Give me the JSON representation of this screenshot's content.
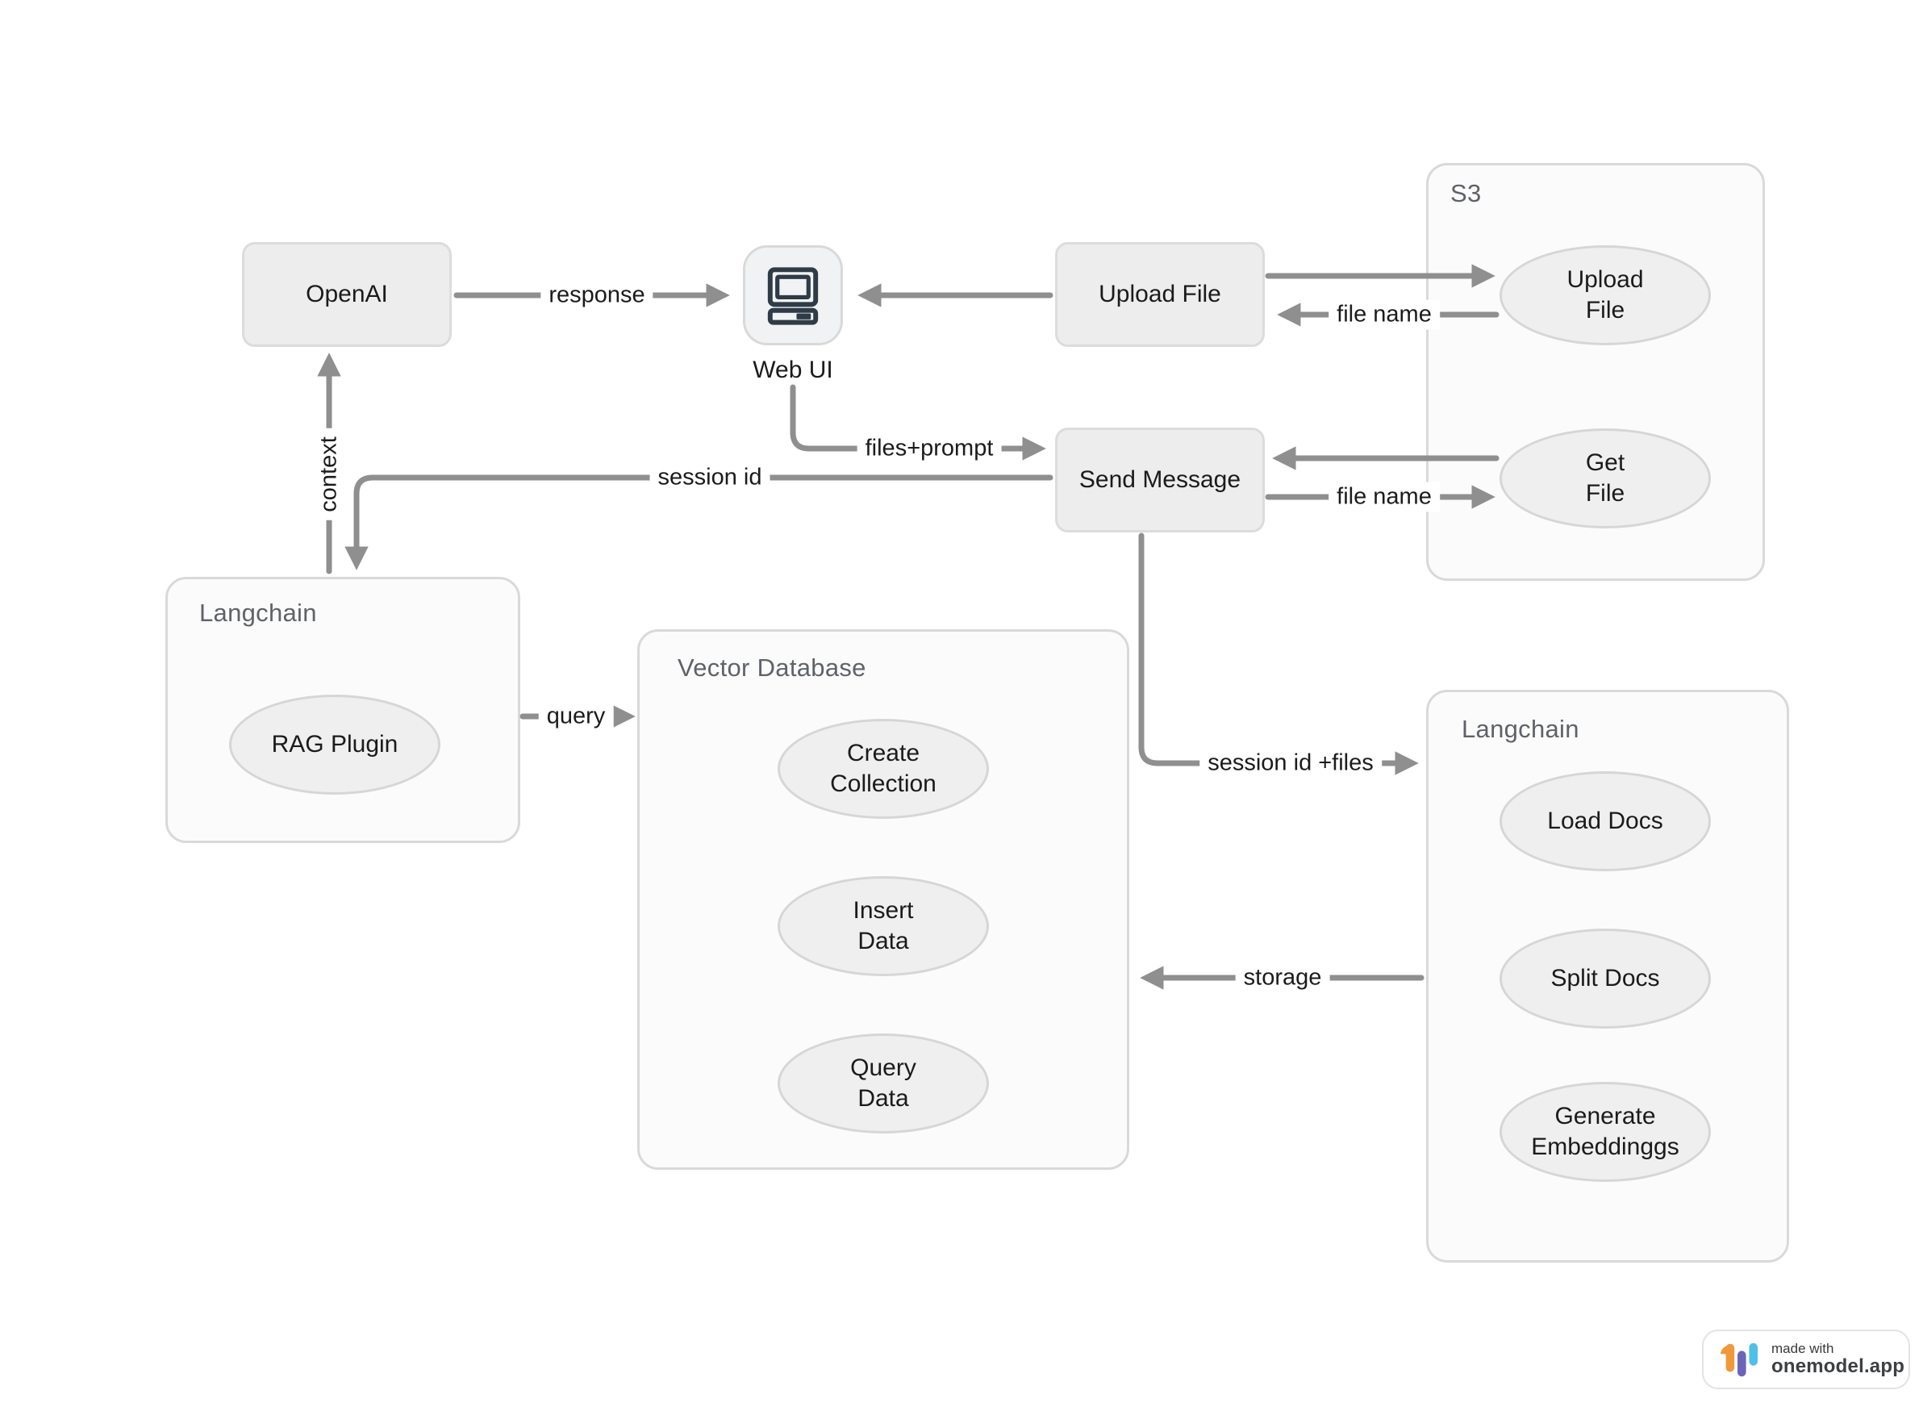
{
  "nodes": {
    "openai": "OpenAI",
    "webui": "Web UI",
    "upload_file": "Upload File",
    "send_message": "Send Message"
  },
  "containers": {
    "s3": "S3",
    "langchain_left": "Langchain",
    "vector_database": "Vector Database",
    "langchain_right": "Langchain"
  },
  "processes": {
    "s3_upload_file": {
      "line1": "Upload",
      "line2": "File"
    },
    "s3_get_file": {
      "line1": "Get",
      "line2": "File"
    },
    "rag_plugin": {
      "line1": "RAG Plugin"
    },
    "create_collection": {
      "line1": "Create",
      "line2": "Collection"
    },
    "insert_data": {
      "line1": "Insert",
      "line2": "Data"
    },
    "query_data": {
      "line1": "Query",
      "line2": "Data"
    },
    "load_docs": {
      "line1": "Load Docs"
    },
    "split_docs": {
      "line1": "Split Docs"
    },
    "generate_embeddings": {
      "line1": "Generate",
      "line2": "Embeddinggs"
    }
  },
  "edge_labels": {
    "response": "response",
    "upload_file_name": "file name",
    "files_prompt": "files+prompt",
    "session_id": "session id",
    "context": "context",
    "get_file_name": "file name",
    "session_id_files": "session id +files",
    "query": "query",
    "storage": "storage"
  },
  "badge": {
    "made_with": "made with",
    "brand": "onemodel.app"
  },
  "colors": {
    "arrow": "#8f8f8f",
    "node_fill": "#ededed",
    "container_fill": "#fbfbfb",
    "icon_stroke": "#2f3b47",
    "logo_orange": "#f0993a",
    "logo_indigo": "#6b65b8",
    "logo_blue": "#4fc0e8"
  }
}
